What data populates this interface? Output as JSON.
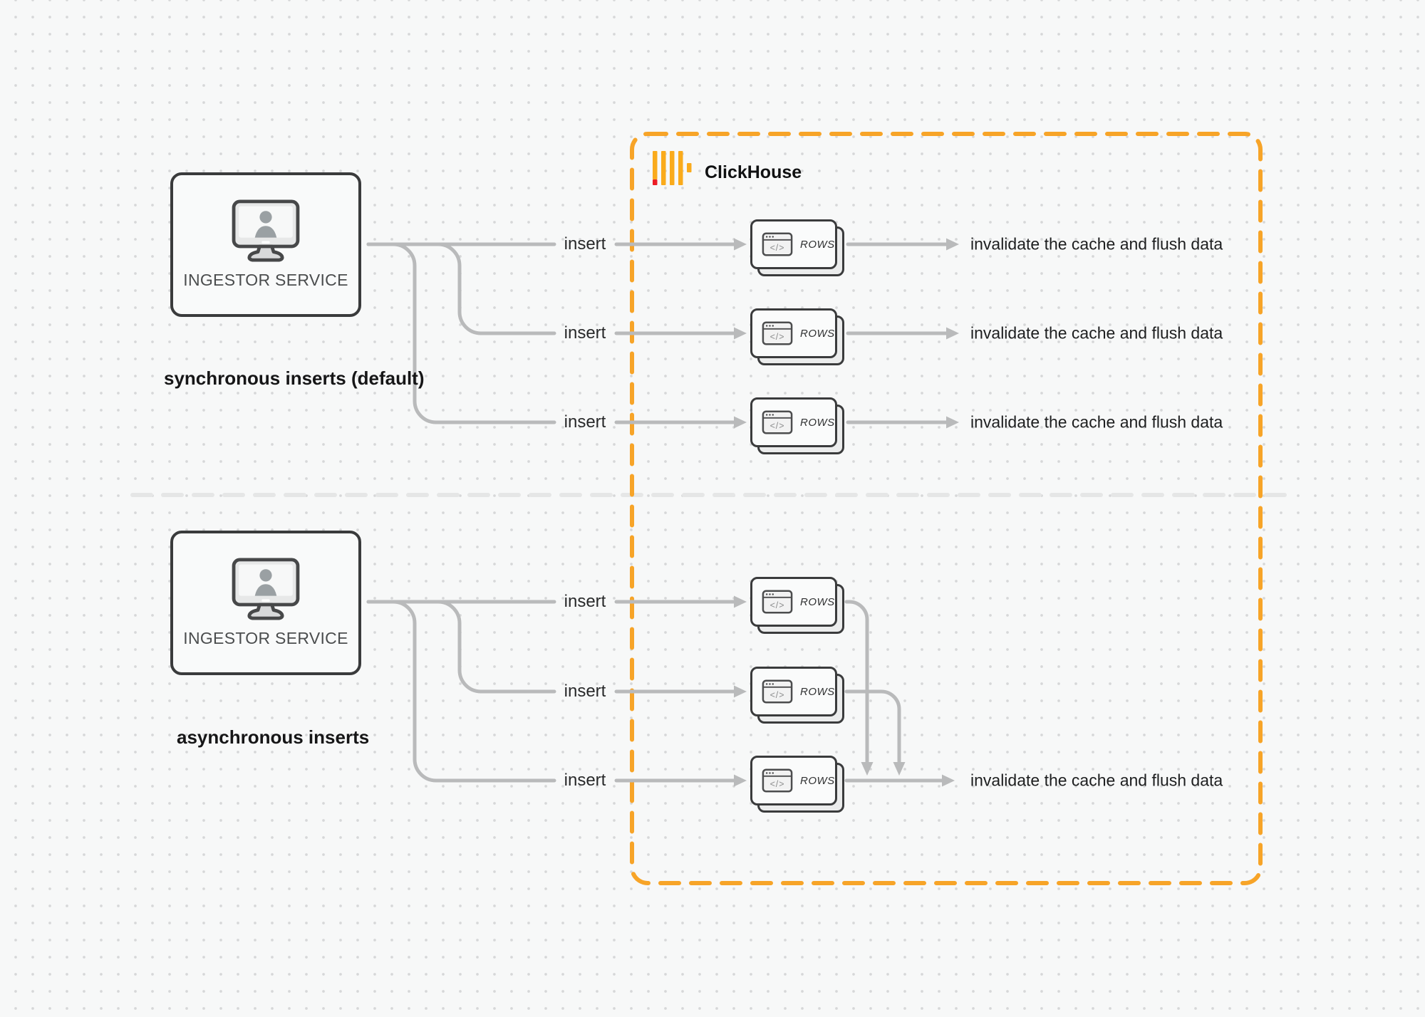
{
  "clickhouse": {
    "label": "ClickHouse",
    "logo_icon": "clickhouse-logo-icon"
  },
  "sync_section": {
    "caption": "synchronous inserts (default)",
    "service": {
      "label": "INGESTOR SERVICE",
      "icon": "monitor-user-icon"
    },
    "rows": [
      {
        "insert_label": "insert",
        "card_label": "ROWS",
        "result_label": "invalidate the cache and flush data"
      },
      {
        "insert_label": "insert",
        "card_label": "ROWS",
        "result_label": "invalidate the cache and flush data"
      },
      {
        "insert_label": "insert",
        "card_label": "ROWS",
        "result_label": "invalidate the cache and flush data"
      }
    ]
  },
  "async_section": {
    "caption": "asynchronous inserts",
    "service": {
      "label": "INGESTOR SERVICE",
      "icon": "monitor-user-icon"
    },
    "rows": [
      {
        "insert_label": "insert",
        "card_label": "ROWS"
      },
      {
        "insert_label": "insert",
        "card_label": "ROWS"
      },
      {
        "insert_label": "insert",
        "card_label": "ROWS"
      }
    ],
    "result_label": "invalidate the cache and flush data"
  },
  "colors": {
    "accent_orange": "#F7A428",
    "logo_yellow": "#FAAB1C",
    "logo_red": "#EC1C24",
    "connector_gray": "#b9babb",
    "card_border": "#3a3b3c",
    "background": "#f7f8f8"
  }
}
